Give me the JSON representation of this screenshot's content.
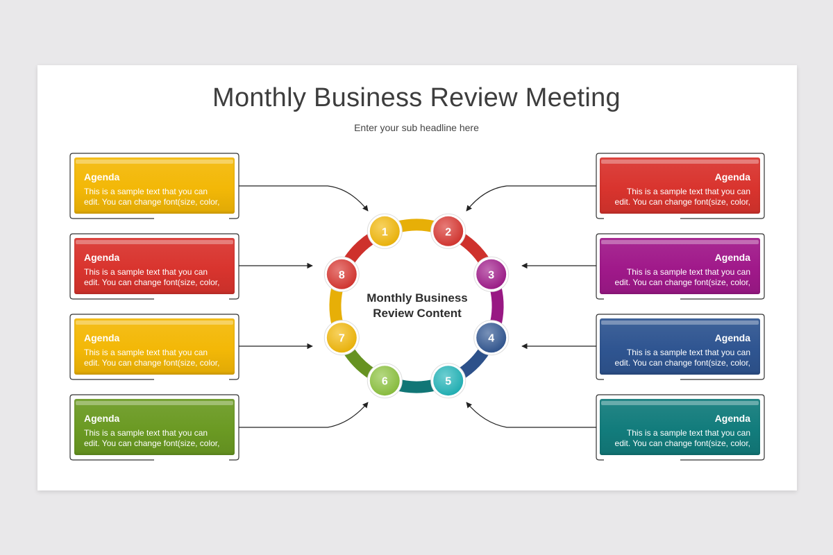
{
  "title": "Monthly Business Review Meeting",
  "subtitle": "Enter your sub headline here",
  "center": {
    "line1": "Monthly Business",
    "line2": "Review  Content"
  },
  "colors": {
    "yellow": "#f3b807",
    "red": "#d9342e",
    "magenta": "#a0198a",
    "blue": "#2f5591",
    "teal": "#127c7c",
    "green": "#6b9a23",
    "lime": "#8cc33d",
    "cyan": "#1fb4b8"
  },
  "cards": [
    {
      "side": "left",
      "heading": "Agenda",
      "line1": "This is a sample text that you can",
      "line2": "edit. You can change font(size, color,"
    },
    {
      "side": "left",
      "heading": "Agenda",
      "line1": "This is a sample text that you can",
      "line2": "edit. You can change font(size, color,"
    },
    {
      "side": "left",
      "heading": "Agenda",
      "line1": "This is a sample text that you can",
      "line2": "edit. You can change font(size, color,"
    },
    {
      "side": "left",
      "heading": "Agenda",
      "line1": "This is a sample text that you can",
      "line2": "edit. You can change font(size, color,"
    },
    {
      "side": "right",
      "heading": "Agenda",
      "line1": "This is a sample text that you can",
      "line2": "edit. You can change font(size, color,"
    },
    {
      "side": "right",
      "heading": "Agenda",
      "line1": "This is a sample text that you can",
      "line2": "edit. You can change font(size, color,"
    },
    {
      "side": "right",
      "heading": "Agenda",
      "line1": "This is a sample text that you can",
      "line2": "edit. You can change font(size, color,"
    },
    {
      "side": "right",
      "heading": "Agenda",
      "line1": "This is a sample text that you can",
      "line2": "edit. You can change font(size, color,"
    }
  ],
  "nodes": [
    {
      "label": "1"
    },
    {
      "label": "2"
    },
    {
      "label": "3"
    },
    {
      "label": "4"
    },
    {
      "label": "5"
    },
    {
      "label": "6"
    },
    {
      "label": "7"
    },
    {
      "label": "8"
    }
  ]
}
